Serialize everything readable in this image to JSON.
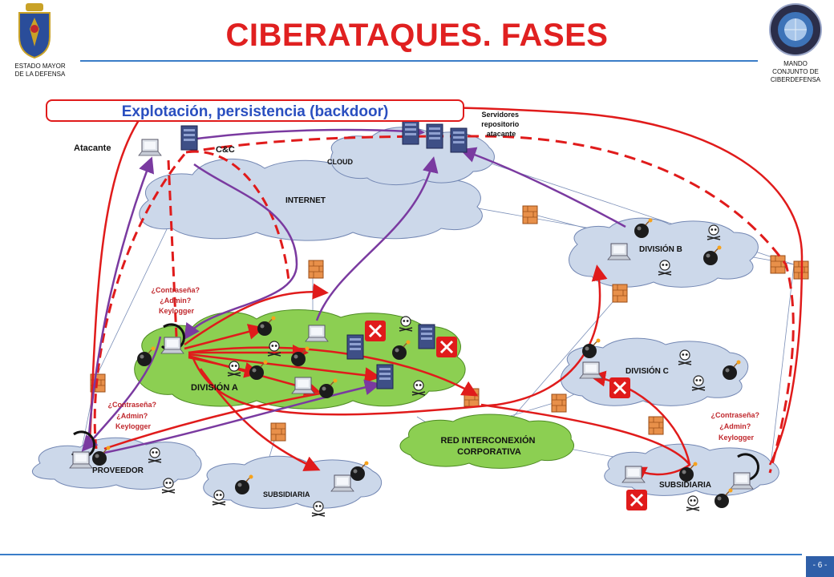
{
  "header": {
    "title": "CIBERATAQUES. FASES",
    "left_org": [
      "ESTADO MAYOR",
      "DE LA DEFENSA"
    ],
    "right_org": [
      "MANDO",
      "CONJUNTO DE",
      "CIBERDEFENSA"
    ]
  },
  "footer": {
    "page_number": "- 6 -"
  },
  "phase_overlay": "Explotación, persistencia (backdoor)",
  "nodes": {
    "attacker": "Atacante",
    "cc": "C&C",
    "servers": [
      "Servidores",
      "repositorio",
      "atacante"
    ],
    "cloud": "CLOUD",
    "internet": "INTERNET",
    "division_a": "DIVISIÓN A",
    "division_b": "DIVISIÓN B",
    "division_c": "DIVISIÓN C",
    "proveedor": "PROVEEDOR",
    "subsidiaria_left": "SUBSIDIARIA",
    "subsidiaria_right": "SUBSIDIARIA",
    "red_corporativa": [
      "RED INTERCONEXIÓN",
      "CORPORATIVA"
    ]
  },
  "annotations": {
    "keylogger_a": [
      "¿Contraseña?",
      "¿Admin?",
      "Keylogger"
    ],
    "keylogger_proveedor": [
      "¿Contraseña?",
      "¿Admin?",
      "Keylogger"
    ],
    "keylogger_subsidiaria": [
      "¿Contraseña?",
      "¿Admin?",
      "Keylogger"
    ]
  },
  "colors": {
    "title": "#e02020",
    "rule": "#3a7dc8",
    "cloud_fill": "#ccd8ea",
    "division_a_fill": "#8ccf52",
    "attack_red": "#e01b1b",
    "exfil_purple": "#7a3aa0",
    "firewall": "#e8904a"
  }
}
